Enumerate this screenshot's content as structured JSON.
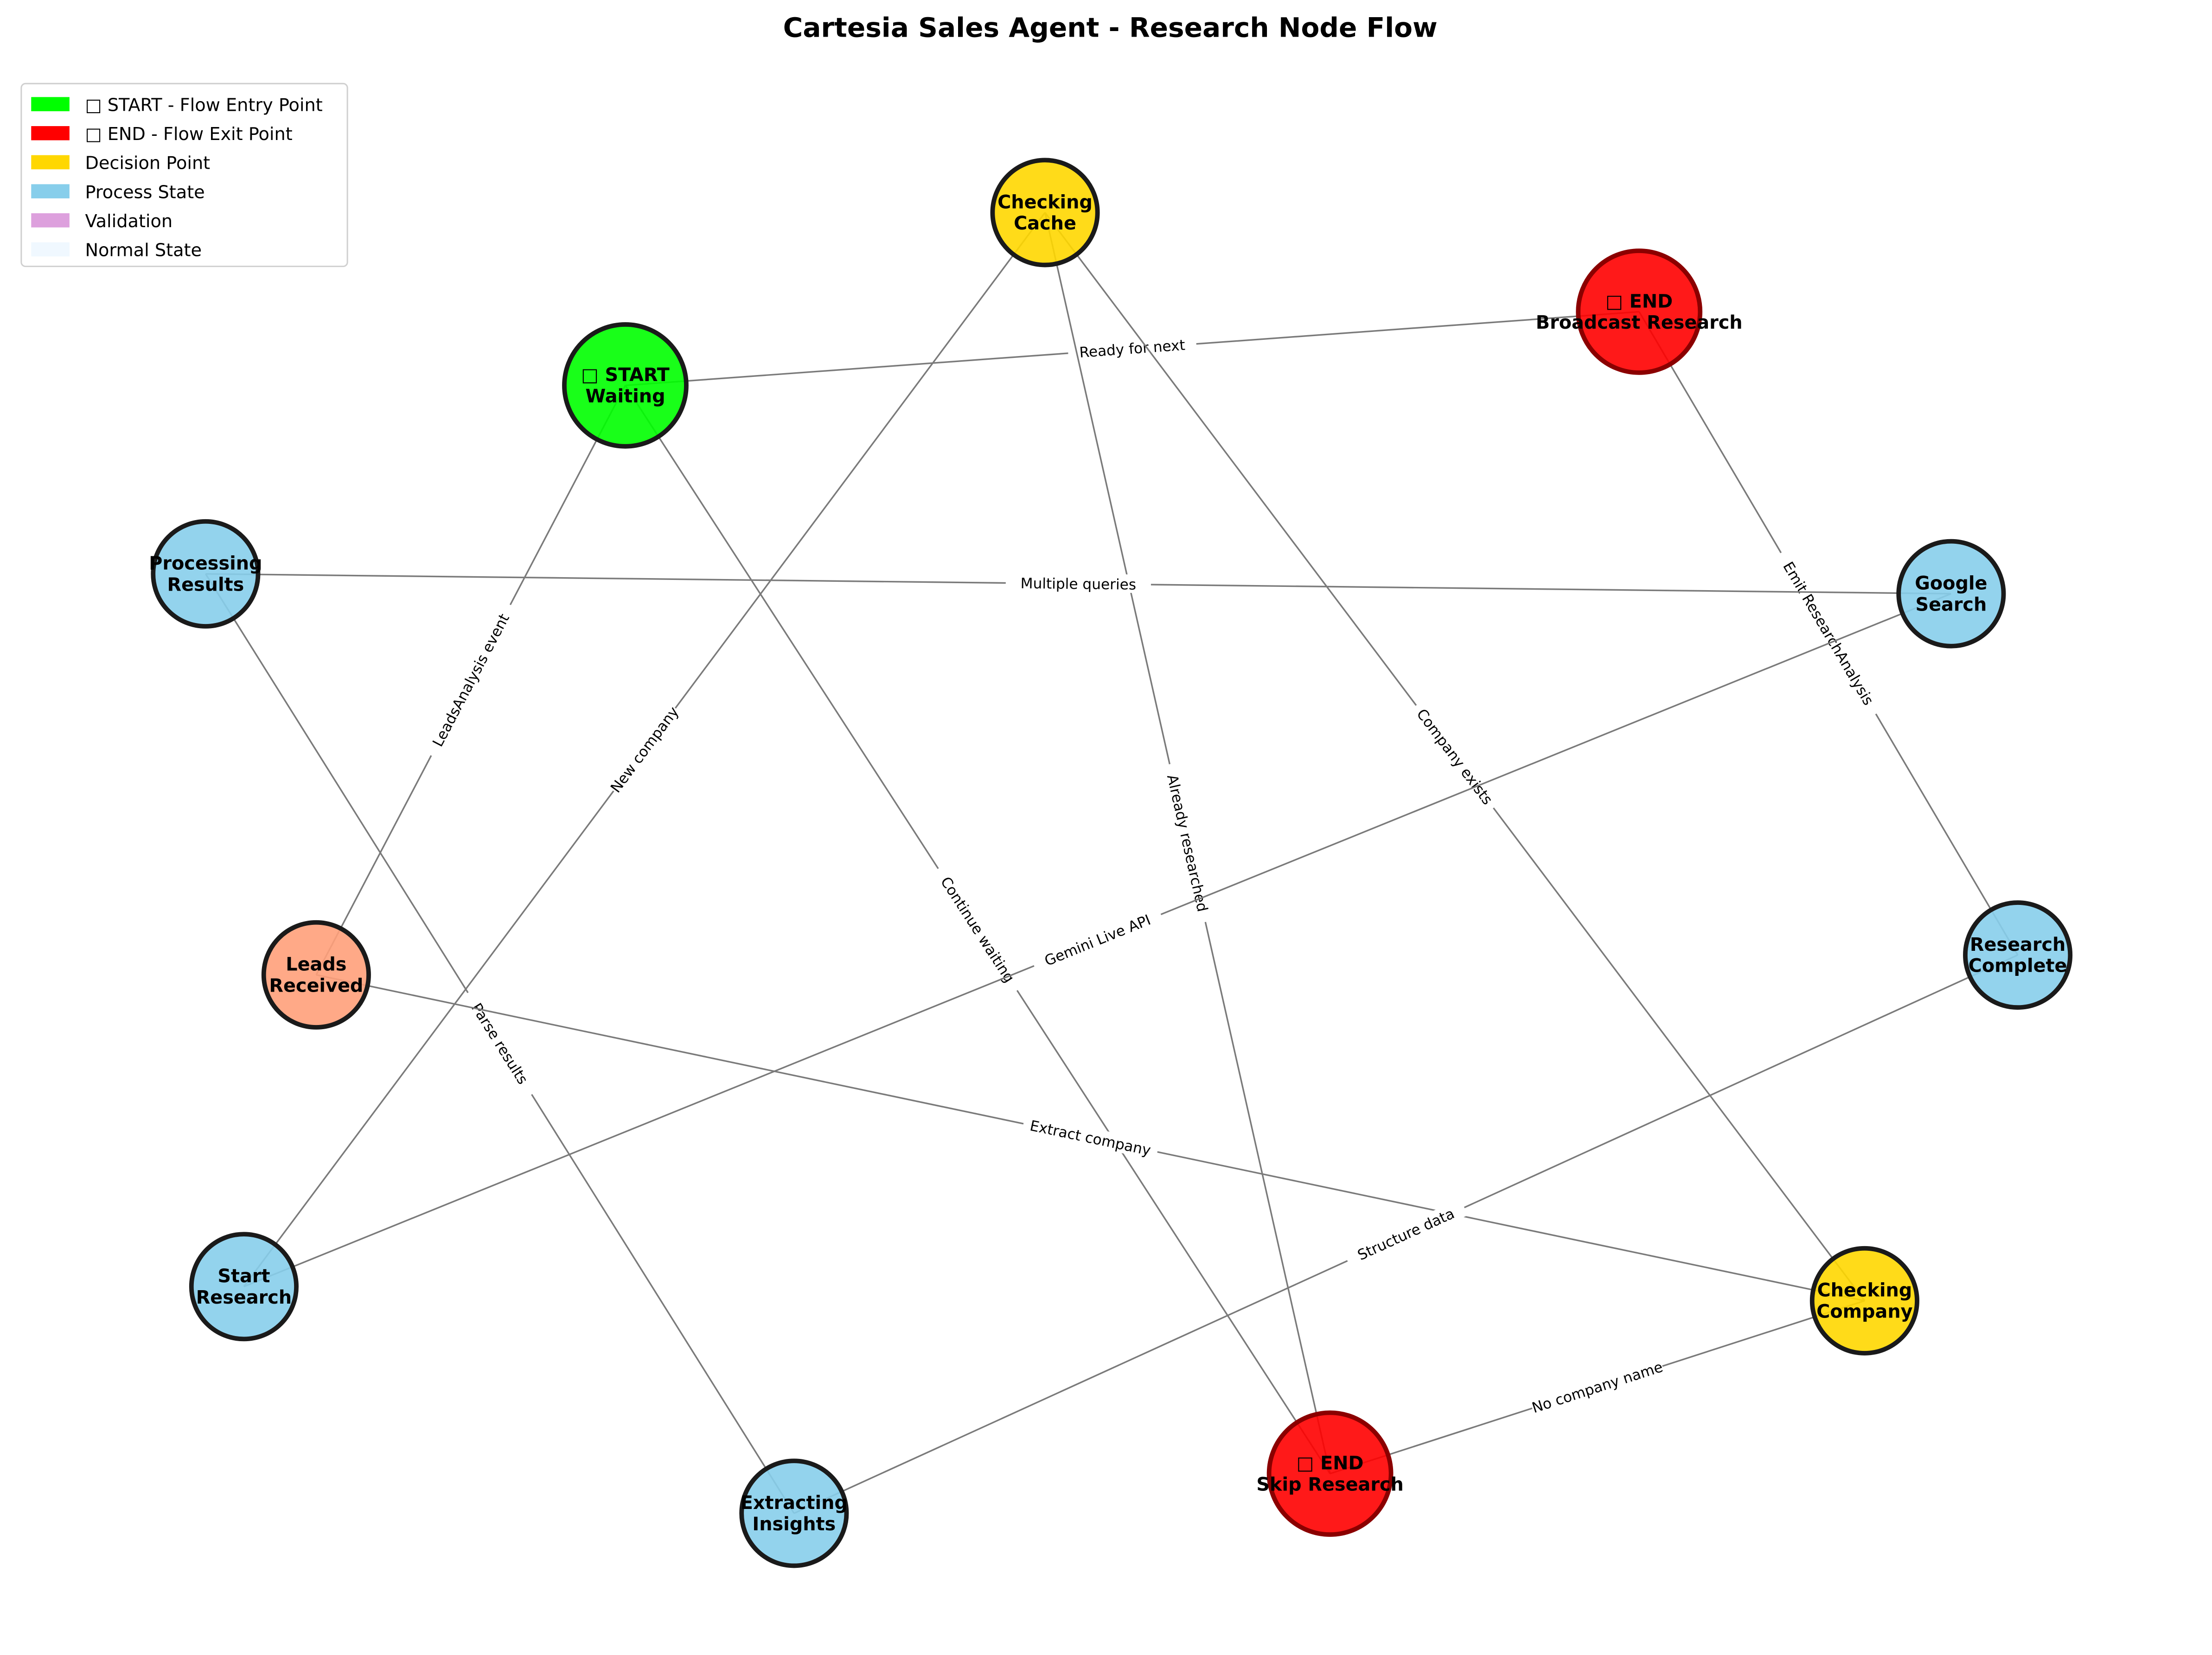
{
  "title": "Cartesia Sales Agent - Research Node Flow",
  "legend": [
    {
      "label": "□ START - Flow Entry Point",
      "color": "#00ff00"
    },
    {
      "label": "□ END - Flow Exit Point",
      "color": "#ff0000"
    },
    {
      "label": "Decision Point",
      "color": "#ffd700"
    },
    {
      "label": "Process State",
      "color": "#87ceeb"
    },
    {
      "label": "Validation",
      "color": "#dda0dd"
    },
    {
      "label": "Normal State",
      "color": "#f0f8ff"
    }
  ],
  "nodes": [
    {
      "id": "checking_cache",
      "lines": [
        "Checking",
        "Cache"
      ],
      "fill": "#ffd700",
      "stroke": "#1a1a1a",
      "size": "normal"
    },
    {
      "id": "start_waiting",
      "lines": [
        "□ START",
        "Waiting"
      ],
      "fill": "#00ff00",
      "stroke": "#1a1a1a",
      "size": "large"
    },
    {
      "id": "end_broadcast",
      "lines": [
        "□ END",
        "Broadcast Research"
      ],
      "fill": "#ff0000",
      "stroke": "#8b0000",
      "size": "large"
    },
    {
      "id": "processing_results",
      "lines": [
        "Processing",
        "Results"
      ],
      "fill": "#87ceeb",
      "stroke": "#1a1a1a",
      "size": "normal"
    },
    {
      "id": "google_search",
      "lines": [
        "Google",
        "Search"
      ],
      "fill": "#87ceeb",
      "stroke": "#1a1a1a",
      "size": "normal"
    },
    {
      "id": "leads_received",
      "lines": [
        "Leads",
        "Received"
      ],
      "fill": "#ffa07a",
      "stroke": "#1a1a1a",
      "size": "normal"
    },
    {
      "id": "research_complete",
      "lines": [
        "Research",
        "Complete"
      ],
      "fill": "#87ceeb",
      "stroke": "#1a1a1a",
      "size": "normal"
    },
    {
      "id": "start_research",
      "lines": [
        "Start",
        "Research"
      ],
      "fill": "#87ceeb",
      "stroke": "#1a1a1a",
      "size": "normal"
    },
    {
      "id": "checking_company",
      "lines": [
        "Checking",
        "Company"
      ],
      "fill": "#ffd700",
      "stroke": "#1a1a1a",
      "size": "normal"
    },
    {
      "id": "end_skip",
      "lines": [
        "□ END",
        "Skip Research"
      ],
      "fill": "#ff0000",
      "stroke": "#8b0000",
      "size": "large"
    },
    {
      "id": "extracting_insights",
      "lines": [
        "Extracting",
        "Insights"
      ],
      "fill": "#87ceeb",
      "stroke": "#1a1a1a",
      "size": "normal"
    }
  ],
  "edges": [
    {
      "from": "start_waiting",
      "to": "end_broadcast",
      "label": "Ready for next"
    },
    {
      "from": "start_waiting",
      "to": "leads_received",
      "label": "LeadsAnalysis event"
    },
    {
      "from": "start_waiting",
      "to": "end_skip",
      "label": "Continue waiting"
    },
    {
      "from": "checking_cache",
      "to": "start_research",
      "label": "New company"
    },
    {
      "from": "checking_cache",
      "to": "end_skip",
      "label": "Already researched"
    },
    {
      "from": "checking_cache",
      "to": "checking_company",
      "label": "Company exists"
    },
    {
      "from": "end_broadcast",
      "to": "research_complete",
      "label": "Emit ResearchAnalysis"
    },
    {
      "from": "processing_results",
      "to": "google_search",
      "label": "Multiple queries"
    },
    {
      "from": "processing_results",
      "to": "extracting_insights",
      "label": "Parse results"
    },
    {
      "from": "google_search",
      "to": "start_research",
      "label": "Gemini Live API"
    },
    {
      "from": "leads_received",
      "to": "checking_company",
      "label": "Extract company"
    },
    {
      "from": "research_complete",
      "to": "extracting_insights",
      "label": "Structure data"
    },
    {
      "from": "checking_company",
      "to": "end_skip",
      "label": "No company name"
    }
  ]
}
